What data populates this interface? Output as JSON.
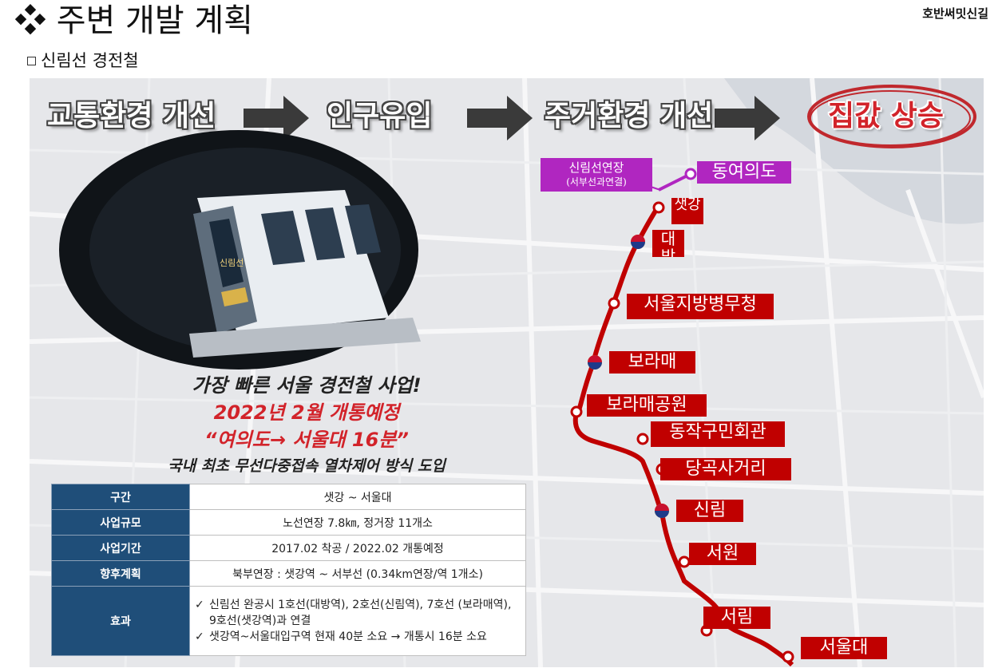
{
  "header": {
    "title": "❖ 주변 개발 계획",
    "brand": "호반써밋신길",
    "subtitle": "신림선 경전철"
  },
  "flow": {
    "step1": "교통환경 개선",
    "step2": "인구유입",
    "step3": "주거환경 개선",
    "step4": "집값 상승"
  },
  "extension": {
    "line1": "신림선연장",
    "line2": "(서부선과연결)"
  },
  "stations": [
    "동여의도",
    "샛강",
    "대방",
    "서울지방병무청",
    "보라매",
    "보라매공원",
    "동작구민회관",
    "당곡사거리",
    "신림",
    "서원",
    "서림",
    "서울대"
  ],
  "captions": {
    "line1": "가장 빠른 서울 경전철 사업!",
    "line2": "2022년 2월 개통예정",
    "line3": "“여의도→ 서울대 16분”",
    "line4": "국내 최초 무선다중접속 열차제어 방식 도입"
  },
  "table": {
    "rows": [
      {
        "label": "구간",
        "value": "샛강 ~ 서울대"
      },
      {
        "label": "사업규모",
        "value": "노선연장 7.8㎞, 정거장 11개소"
      },
      {
        "label": "사업기간",
        "value": "2017.02 착공 / 2022.02 개통예정"
      },
      {
        "label": "향후계획",
        "value": "북부연장 : 샛강역 ~ 서부선 (0.34km연장/역 1개소)"
      }
    ],
    "effect_label": "효과",
    "effect_items": [
      "신림선 완공시 1호선(대방역), 2호선(신림역), 7호선 (보라매역), 9호선(샛강역)과 연결",
      "샛강역~서울대입구역 현재 40분 소요 → 개통시 16분 소요"
    ],
    "check_glyph": "✓"
  },
  "train_label": "신림선",
  "colors": {
    "route": "#c00000",
    "station_bg": "#c00000",
    "extension": "#b026c0",
    "table_label_bg": "#1f4e79",
    "highlight_red": "#d2232a"
  }
}
